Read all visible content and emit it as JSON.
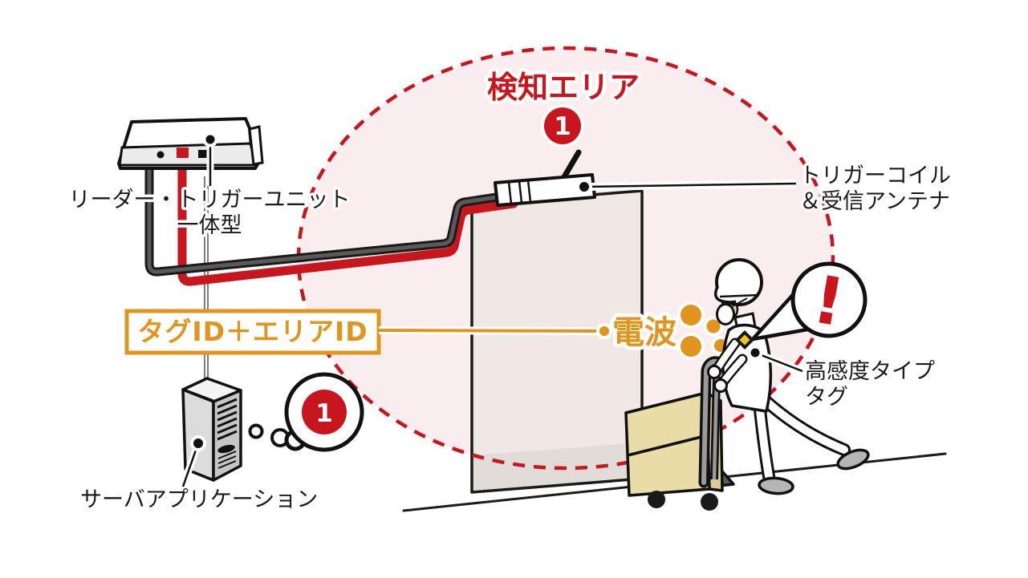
{
  "labels": {
    "detection_area": "検知エリア",
    "detection_badge": "1",
    "reader_unit_line1": "リーダー・トリガーユニット",
    "reader_unit_line2": "一体型",
    "antenna_line1": "トリガーコイル",
    "antenna_line2": "＆受信アンテナ",
    "id_box": "タグID＋エリアID",
    "radio_wave": "電波",
    "tag_line1": "高感度タイプ",
    "tag_line2": "タグ",
    "server": "サーバアプリケーション",
    "server_thought_badge": "1",
    "alert": "!"
  },
  "colors": {
    "accent_red": "#c8161e",
    "accent_orange": "#e0951f",
    "area_pink": "#f9edef",
    "box_beige": "#e9dca6",
    "door_gray": "#efe8e5"
  }
}
